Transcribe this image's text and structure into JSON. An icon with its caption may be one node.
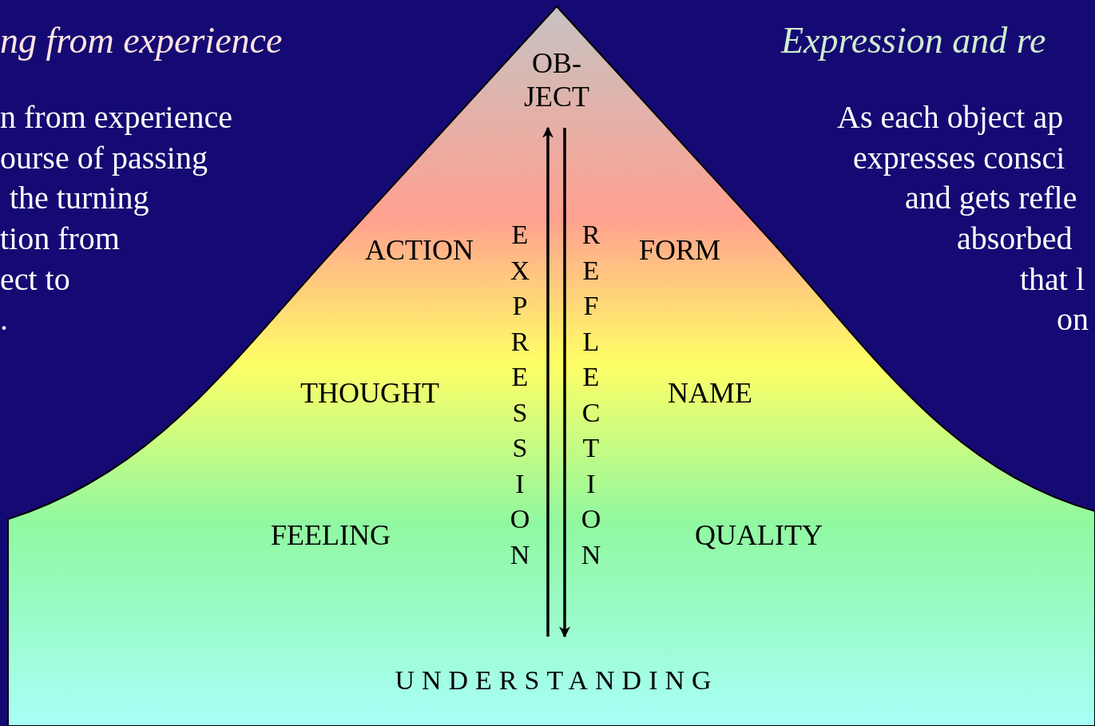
{
  "diagram": {
    "nodes": [
      {
        "text": [
          "OB- JECT"
        ]
      },
      {
        "text": [
          "UNDERSTANDING"
        ]
      }
    ],
    "edges": [
      {
        "from": 1,
        "to": 0,
        "arrow": "to",
        "label": "EXPRESSION"
      },
      {
        "from": 0,
        "to": 1,
        "arrow": "to",
        "label": "REFLECTION"
      }
    ],
    "labels": [
      "ng from experience",
      "Expression and re",
      "n from experience",
      "ourse of passing",
      "the turning",
      "tion from",
      "ect to",
      ".",
      "As each object ap",
      "expresses consci",
      "and gets refle",
      "absorbed",
      "that l",
      "on",
      "ACTION",
      "FORM",
      "THOUGHT",
      "NAME",
      "FEELING",
      "QUALITY"
    ]
  }
}
